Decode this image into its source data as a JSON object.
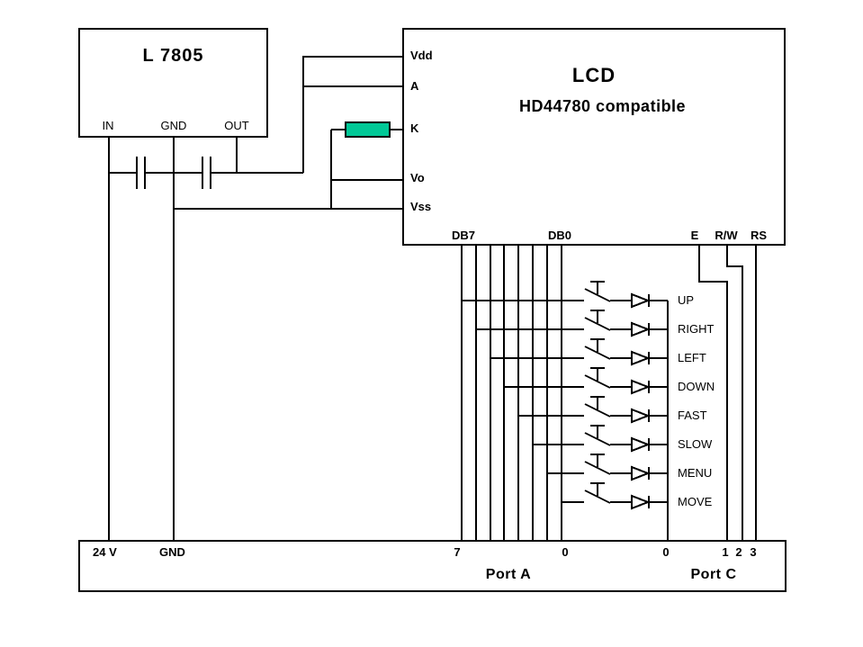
{
  "regulator": {
    "title": "L 7805",
    "pins": {
      "in": "IN",
      "gnd": "GND",
      "out": "OUT"
    }
  },
  "lcd": {
    "title": "LCD",
    "subtitle": "HD44780 compatible",
    "pins": {
      "vdd": "Vdd",
      "a": "A",
      "k": "K",
      "vo": "Vo",
      "vss": "Vss",
      "db7": "DB7",
      "db0": "DB0",
      "e": "E",
      "rw": "R/W",
      "rs": "RS"
    }
  },
  "buttons": [
    {
      "label": "UP"
    },
    {
      "label": "RIGHT"
    },
    {
      "label": "LEFT"
    },
    {
      "label": "DOWN"
    },
    {
      "label": "FAST"
    },
    {
      "label": "SLOW"
    },
    {
      "label": "MENU"
    },
    {
      "label": "MOVE"
    }
  ],
  "ports": {
    "supply": "24 V",
    "ground": "GND",
    "a_high": "7",
    "a_low": "0",
    "c_low": "0",
    "c1": "1",
    "c2": "2",
    "c3": "3",
    "port_a": "Port A",
    "port_c": "Port C"
  },
  "colors": {
    "resistor_fill": "#00C896",
    "wire": "#000000",
    "background": "#FFFFFF"
  }
}
